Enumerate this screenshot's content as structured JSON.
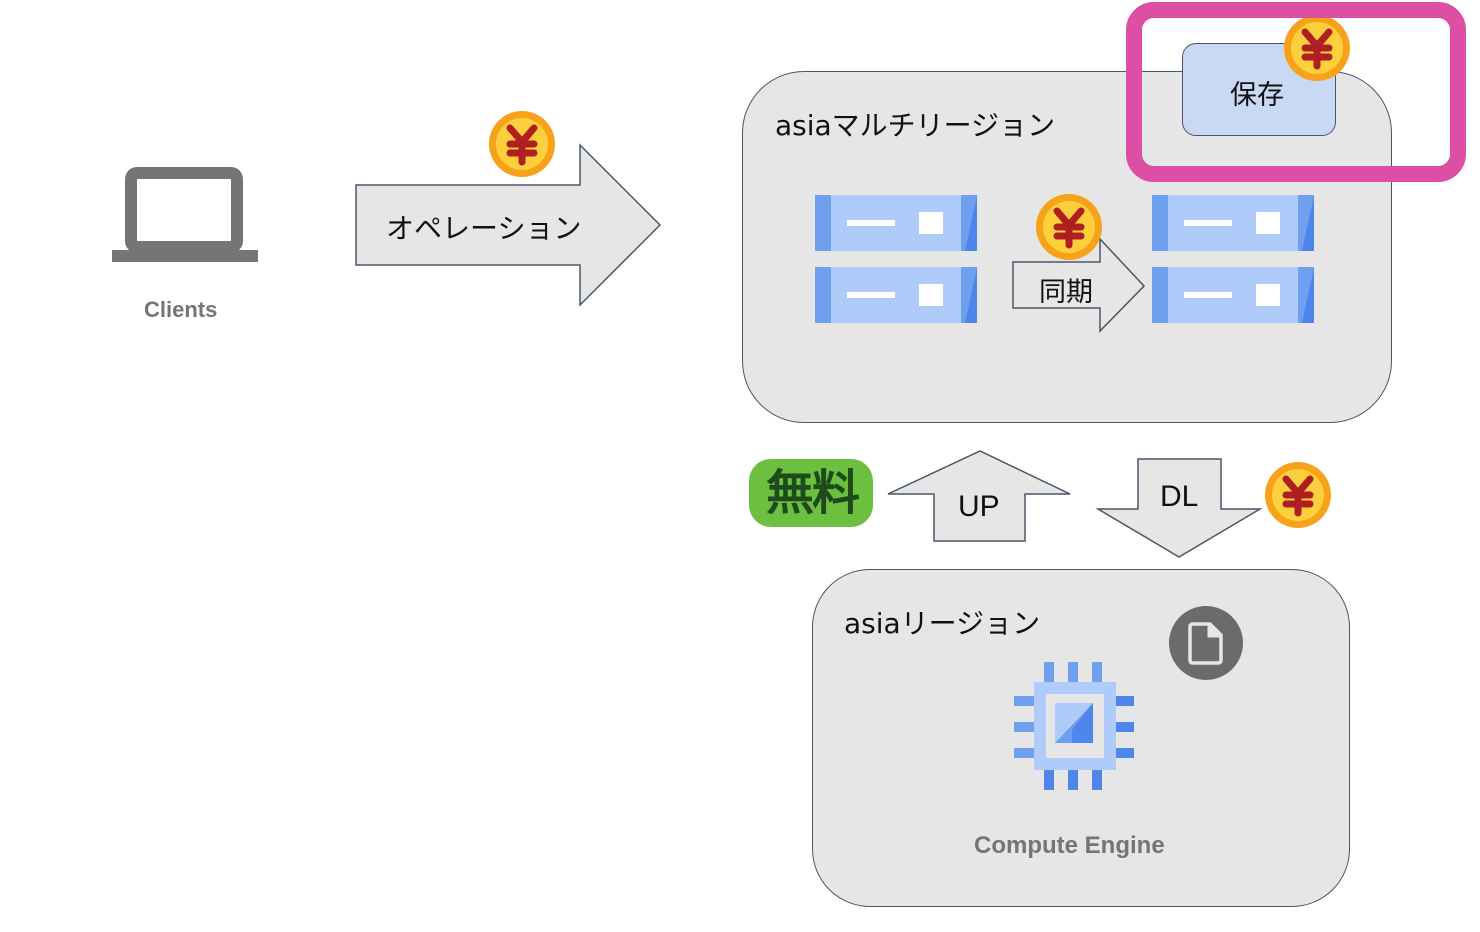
{
  "clients": {
    "label": "Clients",
    "icon": "laptop-icon"
  },
  "operation_arrow": {
    "label": "オペレーション",
    "cost_icon": "yen-coin-icon"
  },
  "multi_region": {
    "title": "asiaマルチリージョン",
    "sync_label": "同期",
    "storage_label": "保存",
    "server_icon": "storage-server-icon"
  },
  "transfer": {
    "up_label": "UP",
    "dl_label": "DL",
    "free_badge": "無料"
  },
  "single_region": {
    "title": "asiaリージョン",
    "product_label": "Compute Engine",
    "file_icon": "file-icon",
    "compute_icon": "compute-engine-chip-icon"
  },
  "colors": {
    "highlight": "#dd4ea5",
    "region_fill": "#e6e6e6",
    "storage_fill": "#c9d9f3",
    "coin_outer": "#f7a21b",
    "coin_inner": "#fcd03c",
    "yen_red": "#b01e23",
    "free_green": "#6cbf3f",
    "server_blue": "#aecbfa",
    "server_dark": "#4f86ec"
  }
}
